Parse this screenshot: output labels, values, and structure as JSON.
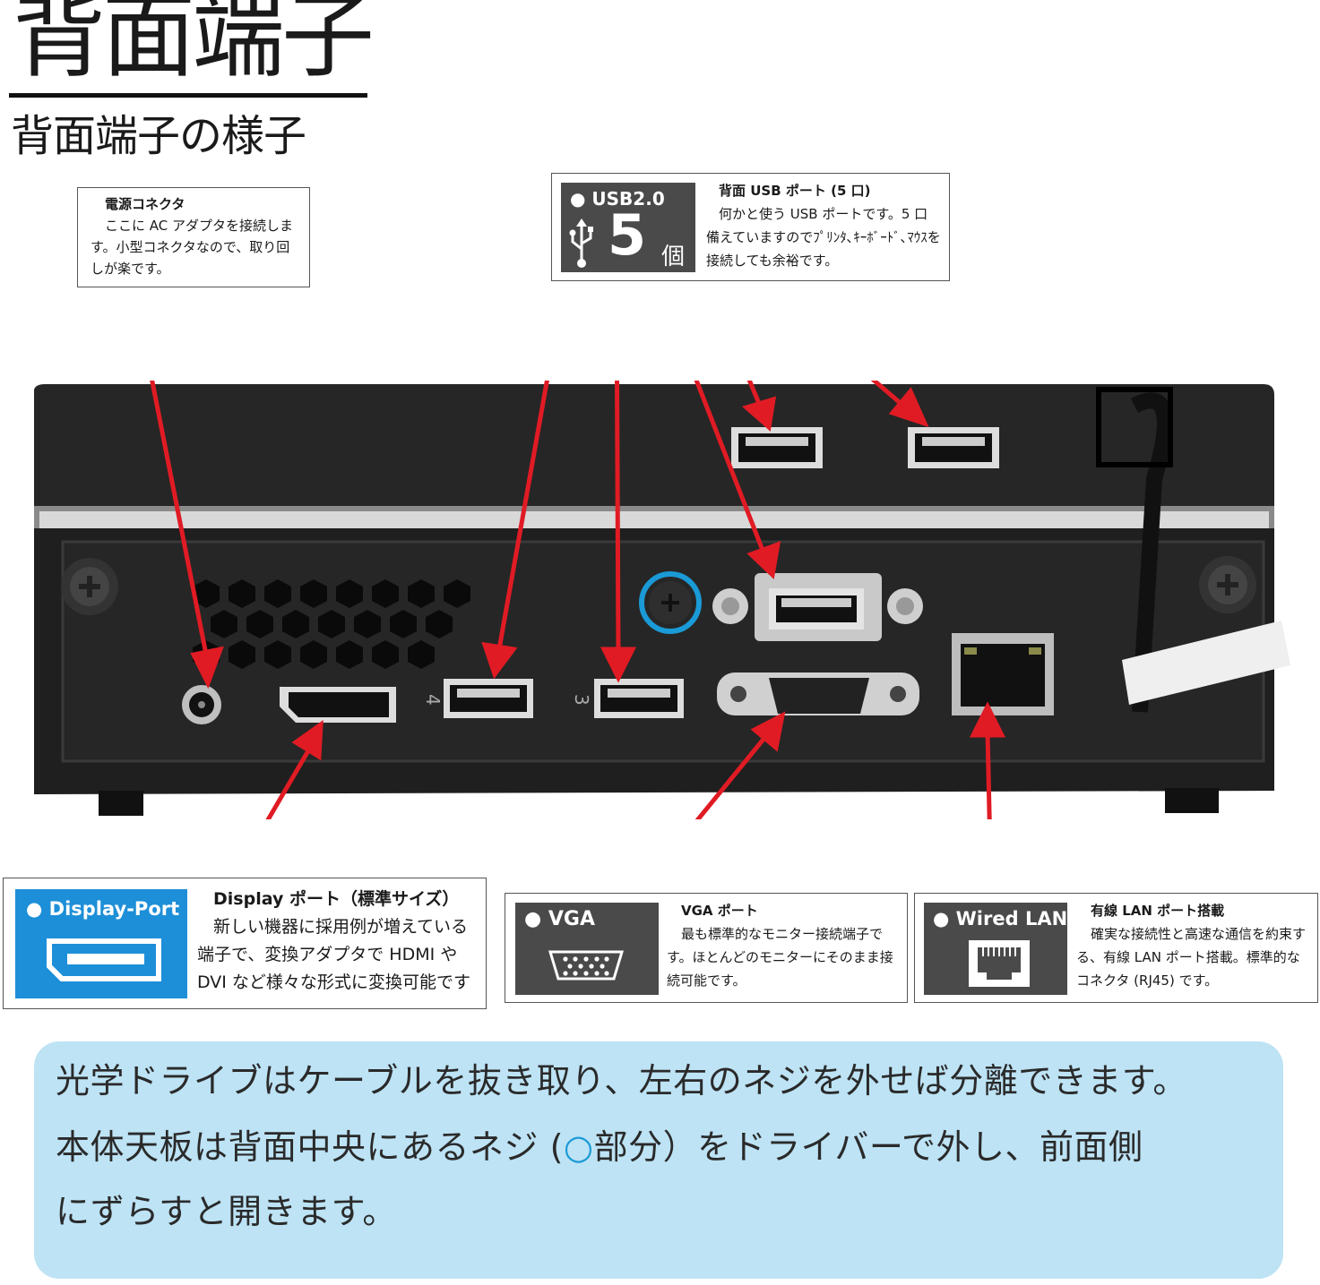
{
  "header": {
    "title": "背面端子",
    "subtitle": "背面端子の様子"
  },
  "callouts": {
    "power": {
      "title": "電源コネクタ",
      "body": "ここに AC アダプタを接続します。小型コネクタなので、取り回しが楽です。"
    },
    "usb": {
      "badge": "● USB2.0",
      "count": "5",
      "unit": "個",
      "title": "背面 USB ポート (5 口)",
      "body": "何かと使う USB ポートです。5 口備えていますのでﾌﾟﾘﾝﾀ､ｷｰﾎﾞｰﾄﾞ､ﾏｳｽを接続しても余裕です。"
    },
    "displayport": {
      "badge": "● Display-Port",
      "title": "Display ポート（標準サイズ）",
      "body": "新しい機器に採用例が増えている端子で、変換アダプタで HDMI や DVI など様々な形式に変換可能です"
    },
    "vga": {
      "badge": "● VGA",
      "title": "VGA ポート",
      "body": "最も標準的なモニター接続端子です。ほとんどのモニターにそのまま接続可能です。"
    },
    "lan": {
      "badge": "● Wired LAN",
      "title": "有線 LAN ポート搭載",
      "body": "確実な接続性と高速な通信を約束する、有線 LAN ポート搭載。標準的なコネクタ (RJ45) です。"
    }
  },
  "photo": {
    "port_numbers": [
      "4",
      "3"
    ]
  },
  "note": {
    "line1": "光学ドライブはケーブルを抜き取り、左右のネジを外せば分離できます。",
    "line2_a": "本体天板は背面中央にあるネジ (",
    "line2_ring": "○",
    "line2_b": "部分）をドライバーで外し、前面側",
    "line3": "にずらすと開きます。"
  },
  "colors": {
    "arrow": "#e01b24",
    "tile_dark": "#4a4a4a",
    "tile_blue": "#1d8fd8",
    "note_bg": "#bde3f5",
    "screw_ring": "#1a9ad6"
  }
}
